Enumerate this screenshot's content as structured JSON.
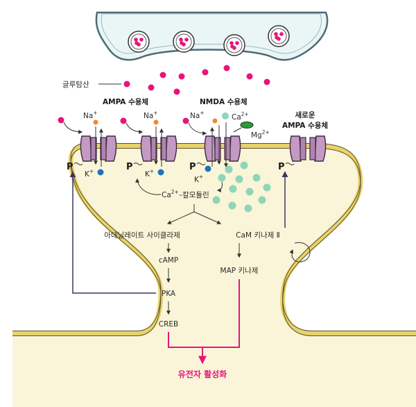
{
  "labels": {
    "glutamate": "글루탐산",
    "ampa_receptor": "AMPA 수용체",
    "nmda_receptor": "NMDA 수용체",
    "new_ampa_line1": "새로운",
    "new_ampa_line2": "AMPA 수용체",
    "na": "Na",
    "na_charge": "+",
    "k": "K",
    "k_charge": "+",
    "ca": "Ca",
    "ca_charge": "2+",
    "mg": "Mg",
    "mg_charge": "2+",
    "p": "P",
    "ca_calmodulin": "–칼모듈린",
    "adenylate_cyclase": "아데닐레이트 사이클라제",
    "camp": "cAMP",
    "pka": "PKA",
    "creb": "CREB",
    "camk": "CaM 키나제 Ⅱ",
    "mapk": "MAP 키나제",
    "gene_activation": "유전자 활성화"
  },
  "colors": {
    "cytoplasm": "#faf5d8",
    "membrane": "#e8d36a",
    "presynaptic": "#eaf6f6",
    "presynaptic_outline": "#4d6a75",
    "receptor": "#c49ac4",
    "receptor_outline": "#3b2a40",
    "glutamate": "#e6157a",
    "na_ion": "#f08a2e",
    "k_ion": "#1f72c0",
    "ca_ion": "#8fd6b8",
    "mg_ion": "#2e9a3a",
    "gene_path": "#e6157a",
    "pka_arrow": "#3a3560"
  }
}
